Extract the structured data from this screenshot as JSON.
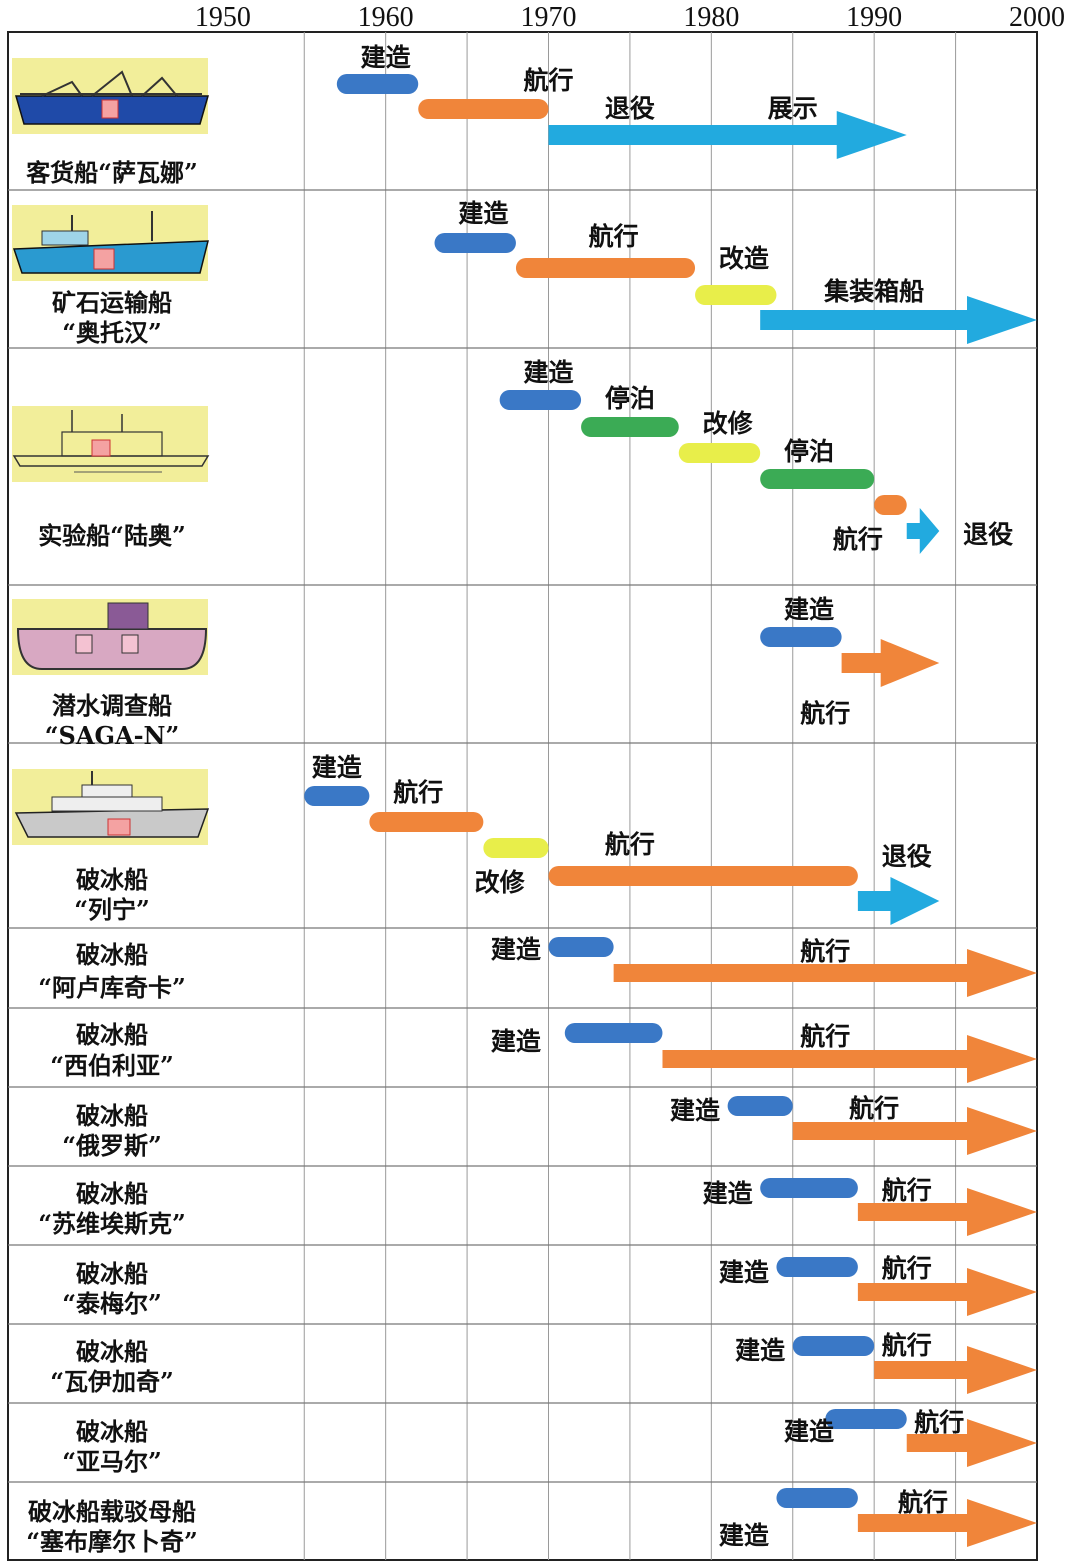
{
  "chart_data": {
    "type": "timeline",
    "x_ticks": [
      1950,
      1960,
      1970,
      1980,
      1990,
      2000
    ],
    "xlim": [
      1940,
      2000
    ],
    "grid": true,
    "colors": {
      "建造": "#3a78c6",
      "航行": "#f0853a",
      "改造": "#e8ee4a",
      "改修": "#e8ee4a",
      "停泊": "#3bab55",
      "退役": "#22aadf",
      "展示": "#22aadf",
      "集装箱船": "#22aadf"
    },
    "ships": [
      {
        "name_lines": [
          "客货船“萨瓦娜”"
        ],
        "icon": "cargo-ship-icon",
        "segments": [
          {
            "phase": "建造",
            "start": 1957,
            "end": 1962
          },
          {
            "phase": "航行",
            "start": 1962,
            "end": 1970
          },
          {
            "phase": "退役",
            "start": 1970,
            "end": 1992,
            "arrow": true
          },
          {
            "phase": "展示",
            "start": 1980,
            "end": 1992,
            "arrow": true
          }
        ]
      },
      {
        "name_lines": [
          "矿石运输船",
          "“奥托汉”"
        ],
        "icon": "ore-carrier-icon",
        "segments": [
          {
            "phase": "建造",
            "start": 1963,
            "end": 1968
          },
          {
            "phase": "航行",
            "start": 1968,
            "end": 1979
          },
          {
            "phase": "改造",
            "start": 1979,
            "end": 1984
          },
          {
            "phase": "集装箱船",
            "start": 1983,
            "end": 2000,
            "arrow": true
          }
        ]
      },
      {
        "name_lines": [
          "实验船“陆奥”"
        ],
        "icon": "experiment-ship-icon",
        "segments": [
          {
            "phase": "建造",
            "start": 1967,
            "end": 1972
          },
          {
            "phase": "停泊",
            "start": 1972,
            "end": 1978
          },
          {
            "phase": "改修",
            "start": 1978,
            "end": 1983
          },
          {
            "phase": "停泊",
            "start": 1983,
            "end": 1990
          },
          {
            "phase": "航行",
            "start": 1990,
            "end": 1992
          },
          {
            "phase": "退役",
            "start": 1992,
            "end": 1994,
            "arrow": true
          }
        ]
      },
      {
        "name_lines": [
          "潜水调查船",
          "“SAGA-N”"
        ],
        "icon": "submarine-icon",
        "segments": [
          {
            "phase": "建造",
            "start": 1983,
            "end": 1988
          },
          {
            "phase": "航行",
            "start": 1988,
            "end": 1994,
            "arrow": true
          }
        ]
      },
      {
        "name_lines": [
          "破冰船",
          "“列宁”"
        ],
        "icon": "icebreaker-icon",
        "segments": [
          {
            "phase": "建造",
            "start": 1955,
            "end": 1959
          },
          {
            "phase": "航行",
            "start": 1959,
            "end": 1966
          },
          {
            "phase": "改修",
            "start": 1966,
            "end": 1970
          },
          {
            "phase": "航行",
            "start": 1970,
            "end": 1989
          },
          {
            "phase": "退役",
            "start": 1989,
            "end": 1994,
            "arrow": true
          }
        ]
      },
      {
        "name_lines": [
          "破冰船",
          "“阿卢库奇卡”"
        ],
        "segments": [
          {
            "phase": "建造",
            "start": 1970,
            "end": 1974
          },
          {
            "phase": "航行",
            "start": 1974,
            "end": 2000,
            "arrow": true
          }
        ]
      },
      {
        "name_lines": [
          "破冰船",
          "“西伯利亚”"
        ],
        "segments": [
          {
            "phase": "建造",
            "start": 1971,
            "end": 1977
          },
          {
            "phase": "航行",
            "start": 1977,
            "end": 2000,
            "arrow": true
          }
        ]
      },
      {
        "name_lines": [
          "破冰船",
          "“俄罗斯”"
        ],
        "segments": [
          {
            "phase": "建造",
            "start": 1981,
            "end": 1985
          },
          {
            "phase": "航行",
            "start": 1985,
            "end": 2000,
            "arrow": true
          }
        ]
      },
      {
        "name_lines": [
          "破冰船",
          "“苏维埃斯克”"
        ],
        "segments": [
          {
            "phase": "建造",
            "start": 1983,
            "end": 1989
          },
          {
            "phase": "航行",
            "start": 1989,
            "end": 2000,
            "arrow": true
          }
        ]
      },
      {
        "name_lines": [
          "破冰船",
          "“泰梅尔”"
        ],
        "segments": [
          {
            "phase": "建造",
            "start": 1984,
            "end": 1989
          },
          {
            "phase": "航行",
            "start": 1989,
            "end": 2000,
            "arrow": true
          }
        ]
      },
      {
        "name_lines": [
          "破冰船",
          "“瓦伊加奇”"
        ],
        "segments": [
          {
            "phase": "建造",
            "start": 1985,
            "end": 1990
          },
          {
            "phase": "航行",
            "start": 1990,
            "end": 2000,
            "arrow": true
          }
        ]
      },
      {
        "name_lines": [
          "破冰船",
          "“亚马尔”"
        ],
        "segments": [
          {
            "phase": "建造",
            "start": 1987,
            "end": 1992
          },
          {
            "phase": "航行",
            "start": 1992,
            "end": 2000,
            "arrow": true
          }
        ]
      },
      {
        "name_lines": [
          "破冰船载驳母船",
          "“塞布摩尔卜奇”"
        ],
        "segments": [
          {
            "phase": "建造",
            "start": 1984,
            "end": 1989
          },
          {
            "phase": "航行",
            "start": 1989,
            "end": 2000,
            "arrow": true
          }
        ]
      }
    ]
  }
}
